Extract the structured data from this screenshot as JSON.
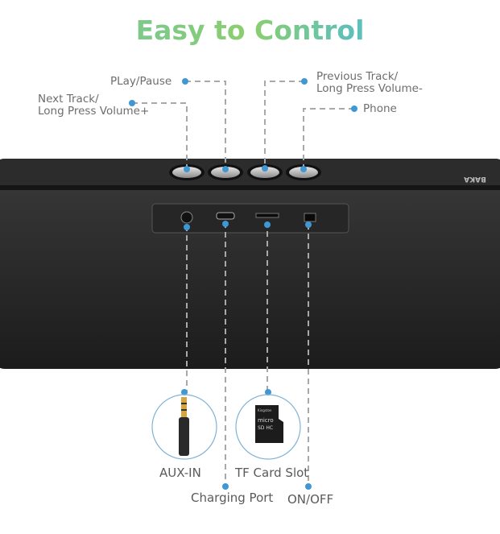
{
  "title": "Easy to Control",
  "brand_logo": "BAKA",
  "accent_color": "#3f97d3",
  "top_labels": {
    "play_pause": "PLay/Pause",
    "next_track_line1": "Next Track/",
    "next_track_line2": "Long Press Volume+",
    "previous_track_line1": "Previous Track/",
    "previous_track_line2": "Long Press Volume-",
    "phone": "Phone"
  },
  "bottom_labels": {
    "aux_in": "AUX-IN",
    "tf_card_slot": "TF Card Slot",
    "charging_port": "Charging Port",
    "on_off": "ON/OFF"
  },
  "icons": [
    "aux-jack-icon",
    "microsd-card-icon"
  ]
}
